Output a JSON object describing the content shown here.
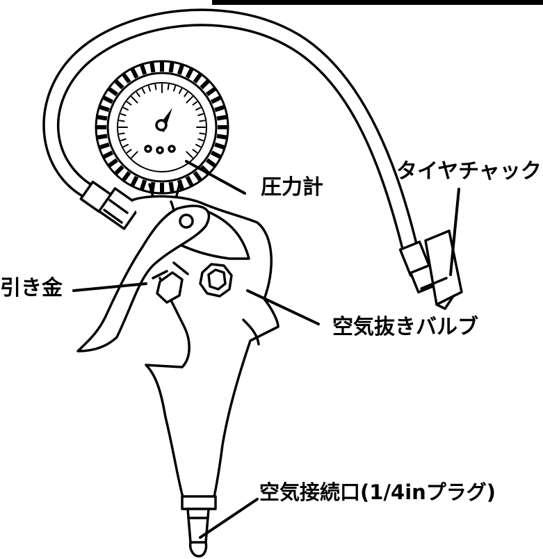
{
  "labels": {
    "pressure_gauge": "圧力計",
    "tire_chuck": "タイヤチャック",
    "trigger": "引き金",
    "air_release_valve": "空気抜きバルブ",
    "air_inlet": "空気接続口(1/4inプラグ)"
  },
  "colors": {
    "line": "#000000",
    "background": "#ffffff"
  }
}
